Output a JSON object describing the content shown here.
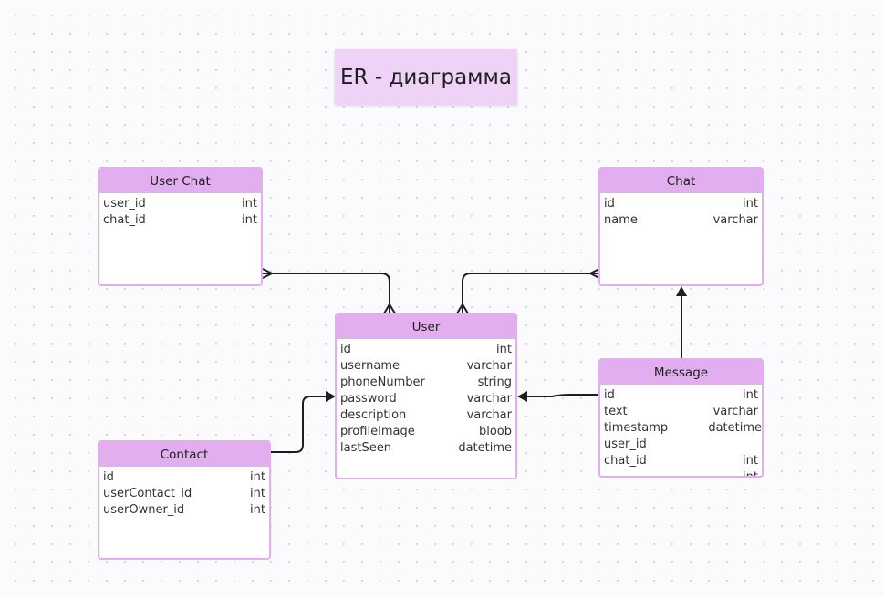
{
  "title": "ER - диаграмма",
  "colors": {
    "header": "#e2aef0",
    "border": "#e2aef0",
    "title_bg": "#efd3f7",
    "line": "#1e1e1e"
  },
  "entities": [
    {
      "id": "user-chat",
      "name": "User Chat",
      "fields": [
        {
          "name": "user_id",
          "type": "int"
        },
        {
          "name": "chat_id",
          "type": "int"
        }
      ]
    },
    {
      "id": "chat",
      "name": "Chat",
      "fields": [
        {
          "name": "id",
          "type": "int"
        },
        {
          "name": "name",
          "type": "varchar"
        }
      ]
    },
    {
      "id": "user",
      "name": "User",
      "fields": [
        {
          "name": "id",
          "type": "int"
        },
        {
          "name": "username",
          "type": "varchar"
        },
        {
          "name": "phoneNumber",
          "type": "string"
        },
        {
          "name": "password",
          "type": "varchar"
        },
        {
          "name": "description",
          "type": "varchar"
        },
        {
          "name": "profileImage",
          "type": "bloob"
        },
        {
          "name": "lastSeen",
          "type": "datetime"
        }
      ]
    },
    {
      "id": "message",
      "name": "Message",
      "fields": [
        {
          "name": "id",
          "type": "int"
        },
        {
          "name": "text",
          "type": "varchar"
        },
        {
          "name": "timestamp",
          "type": "datetime"
        },
        {
          "name": "user_id",
          "type": ""
        },
        {
          "name": "chat_id",
          "type": "int"
        },
        {
          "name": "",
          "type": "int"
        }
      ]
    },
    {
      "id": "contact",
      "name": "Contact",
      "fields": [
        {
          "name": "id",
          "type": "int"
        },
        {
          "name": "userContact_id",
          "type": "int"
        },
        {
          "name": "userOwner_id",
          "type": "int"
        }
      ]
    }
  ],
  "relations": [
    {
      "from": "user",
      "to": "user-chat",
      "from_end": "crow-foot",
      "to_end": "crow-foot"
    },
    {
      "from": "user",
      "to": "chat",
      "from_end": "crow-foot",
      "to_end": "crow-foot"
    },
    {
      "from": "message",
      "to": "chat",
      "to_end": "arrow"
    },
    {
      "from": "message",
      "to": "user",
      "to_end": "arrow"
    },
    {
      "from": "contact",
      "to": "user",
      "to_end": "arrow"
    }
  ]
}
